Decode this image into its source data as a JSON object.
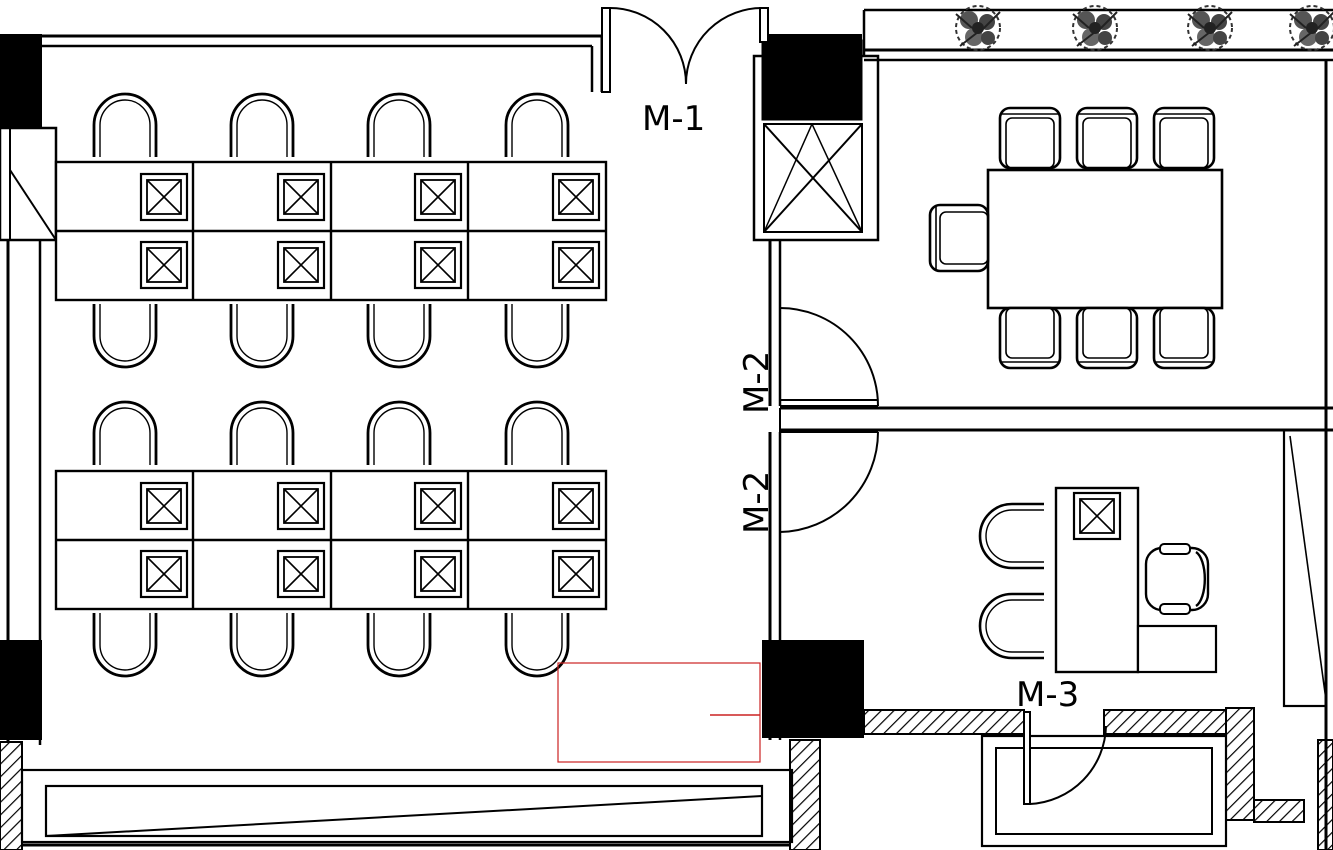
{
  "labels": {
    "door_m1": "M-1",
    "door_m2_upper": "M-2",
    "door_m2_lower": "M-2",
    "door_m3": "M-3"
  },
  "colors": {
    "ink": "#000000",
    "paper": "#ffffff",
    "selection": "#cc2222",
    "foliage": "#4a4a4a"
  },
  "icons": {
    "workstation_monitor": "x-box-icon",
    "chair": "u-shape-chair-icon",
    "shrub": "plant-icon"
  }
}
